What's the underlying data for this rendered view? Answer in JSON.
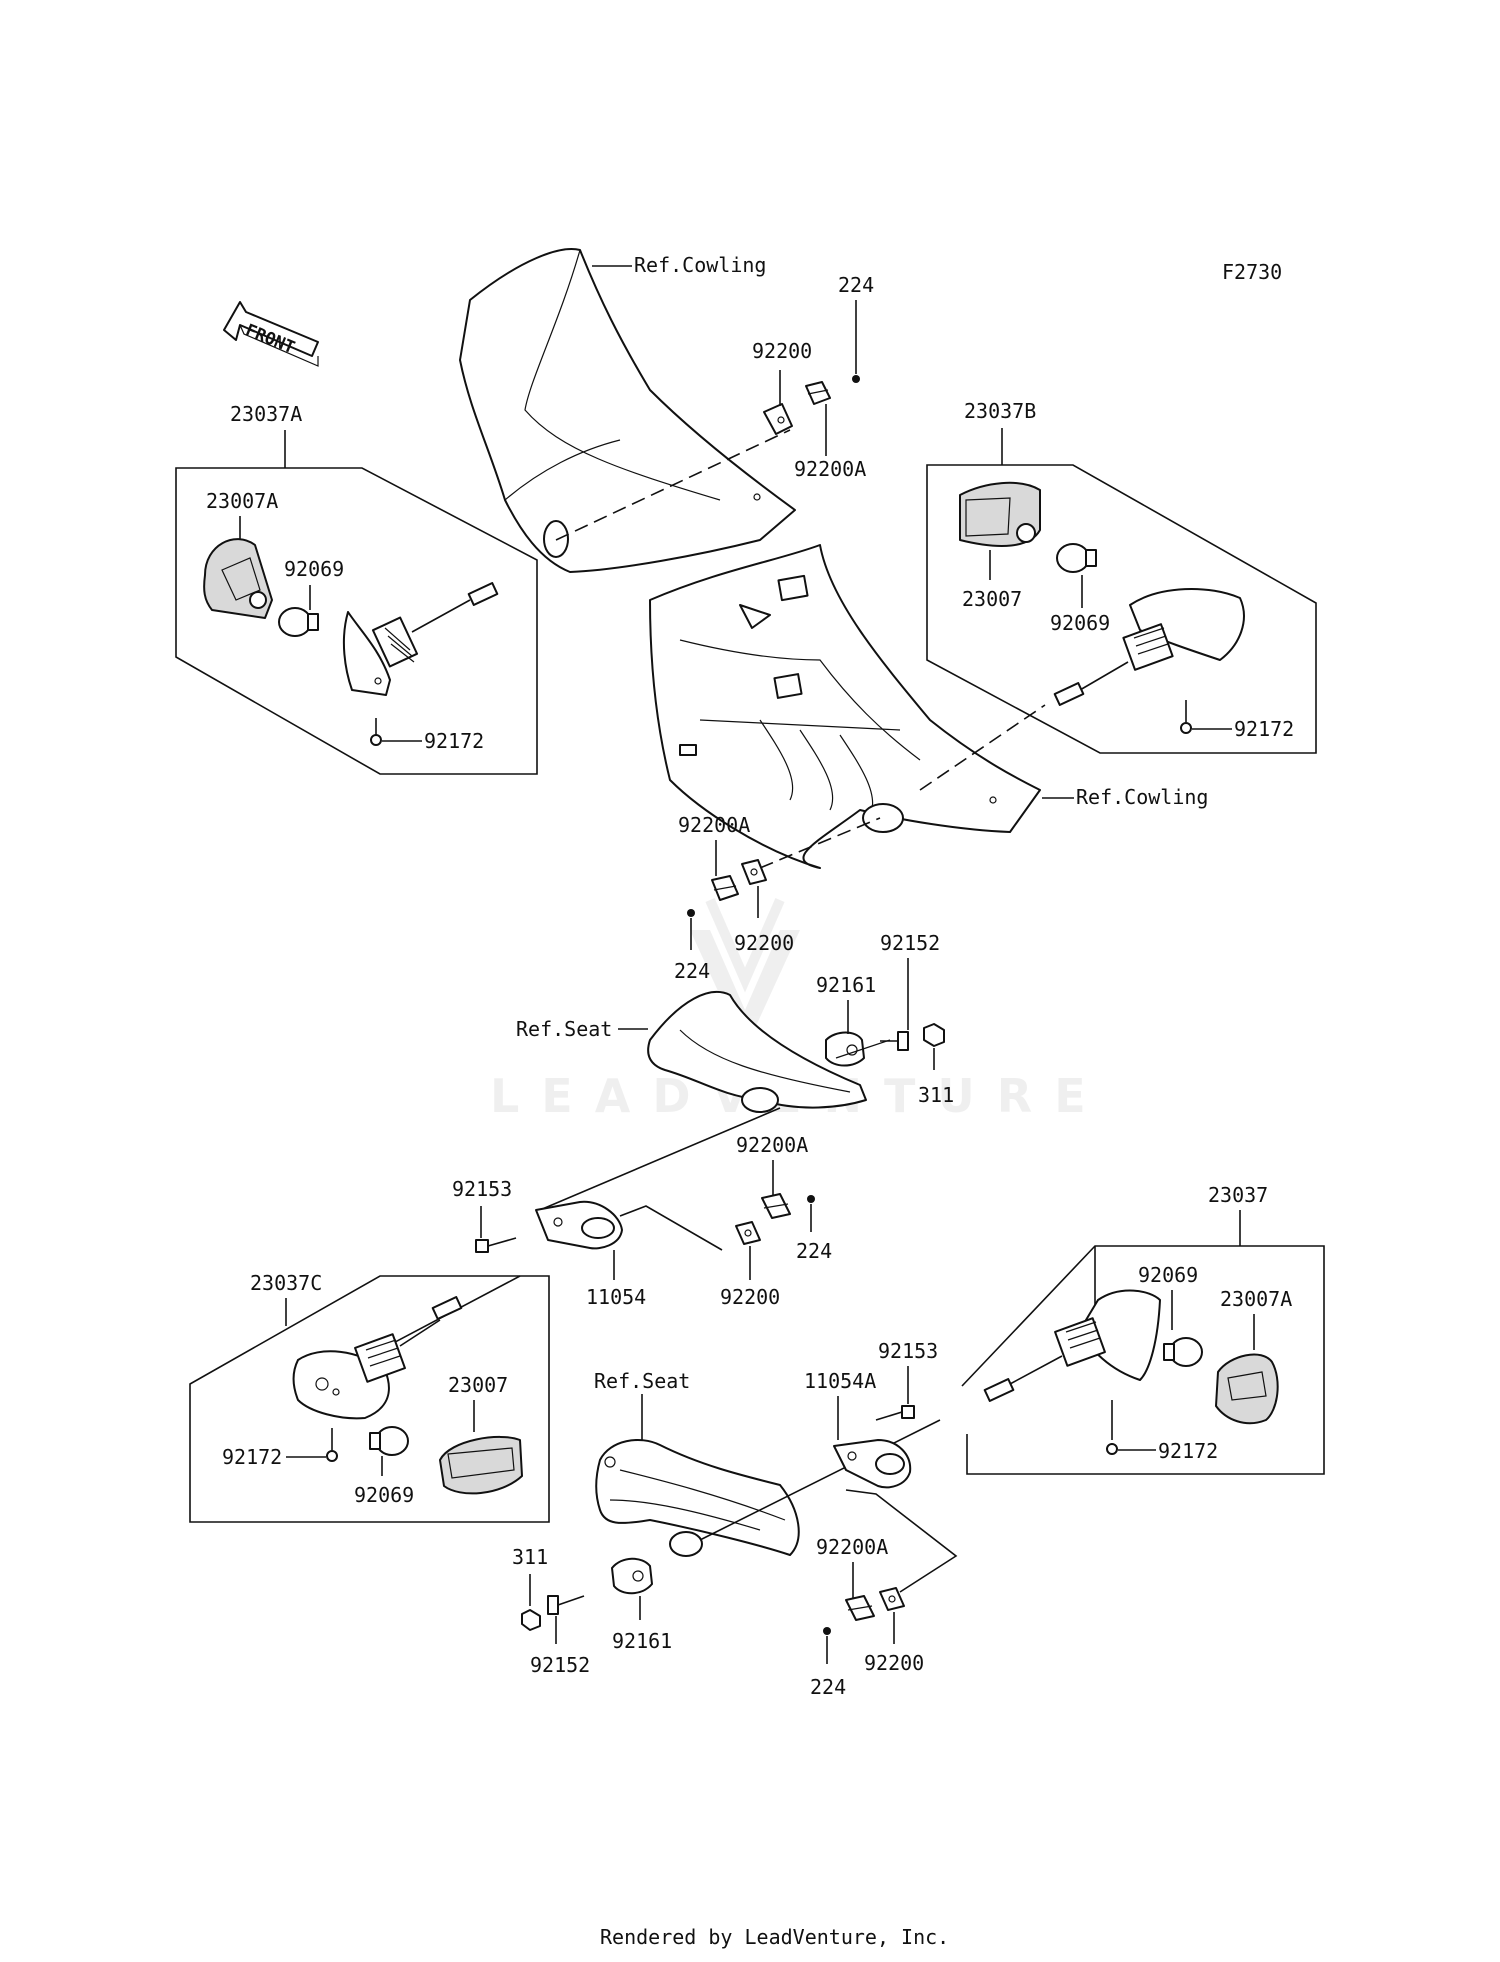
{
  "diagram": {
    "figure_code": "F2730",
    "front_label": "FRONT",
    "footer": "Rendered by LeadVenture, Inc.",
    "watermark": "LEADVENTURE",
    "labels": {
      "ref_cowling_top": "Ref.Cowling",
      "ref_cowling_mid": "Ref.Cowling",
      "ref_seat_upper": "Ref.Seat",
      "ref_seat_lower": "Ref.Seat",
      "a_23037A": "23037A",
      "a_23007A": "23007A",
      "a_92069": "92069",
      "a_92172": "92172",
      "b_23037B": "23037B",
      "b_23007": "23007",
      "b_92069": "92069",
      "b_92172": "92172",
      "top_92200": "92200",
      "top_224": "224",
      "top_92200A": "92200A",
      "mid_92200A": "92200A",
      "mid_224": "224",
      "mid_92200": "92200",
      "s_92152": "92152",
      "s_92161": "92161",
      "s_311": "311",
      "l_92153": "92153",
      "l_11054": "11054",
      "l_92200A": "92200A",
      "l_224": "224",
      "l_92200": "92200",
      "c_23037C": "23037C",
      "c_23007": "23007",
      "c_92172": "92172",
      "c_92069": "92069",
      "d_23037": "23037",
      "d_92069": "92069",
      "d_23007A": "23007A",
      "d_92172": "92172",
      "r_92153": "92153",
      "r_11054A": "11054A",
      "r_92200A": "92200A",
      "r_92200": "92200",
      "r_224": "224",
      "r_311": "311",
      "r_92152": "92152",
      "r_92161": "92161"
    }
  }
}
